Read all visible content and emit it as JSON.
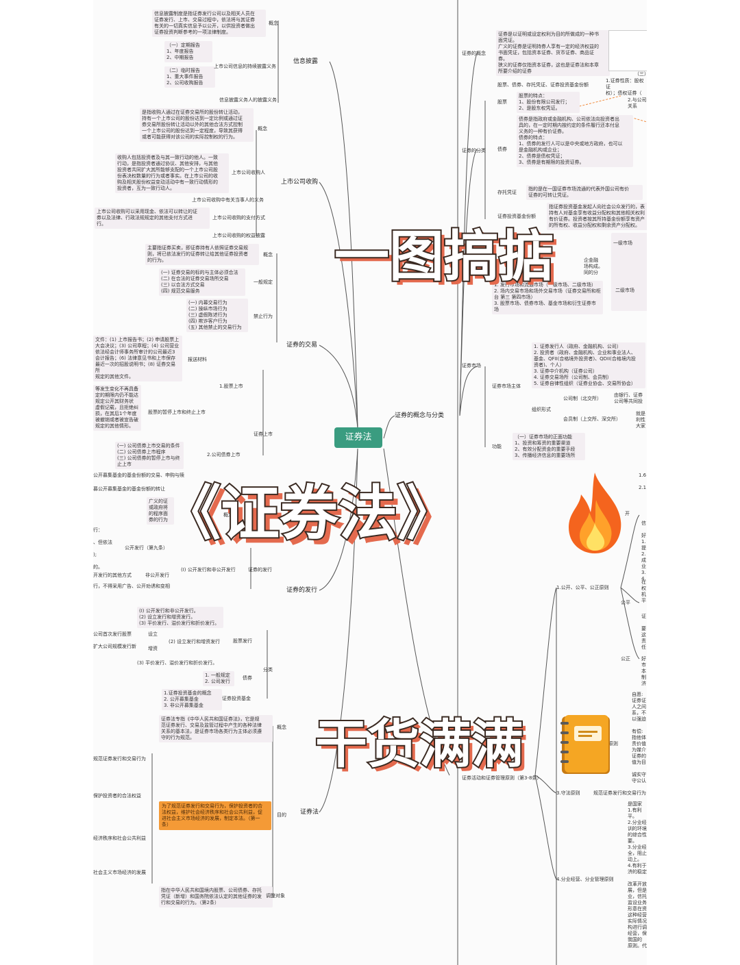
{
  "title_overlay": {
    "line1": "一图搞掂",
    "line2": "《证券法》",
    "line3": "干货满满"
  },
  "root": "证券法",
  "left": {
    "info": {
      "node": "信息披露",
      "concept_label": "概念",
      "concept_text": "信息披露制度是指证券发行公司以及相关人员在\n证券发行、上市、交易过程中，依法将与其证券\n有关的一切真实信息予以公开，以供投资者做出\n证券投资判断参考的一项法律制度。",
      "periodic": "（一）定期报告\n1、年度报告\n2、中期报告",
      "interim": "（二）临时报告\n1、重大事件报告\n2、公司收购报告",
      "continuous_label": "上市公司信息的持续披露义务",
      "obligor_label": "信息披露义务人的披露义务"
    },
    "acq": {
      "node": "上市公司收购",
      "concept_label": "概念",
      "concept_text": "是指收购人通过在证券交易所的股份转让活动，\n持有一个上市公司的股份达到一定比例或通过证\n券交易所股份转让活动以外的其他合法方式控制\n一个上市公司的股份达到一定程度，导致其获得\n或者可能获得对该公司的实际控制权的行为。",
      "acquirer_label": "上市公司收购人",
      "acquirer_text": "收购人包括投资者及与其一致行动的他人。一致\n行动，是指投资者通过协议、其他安排，与其他\n投资者共同扩大其所能够支配的一个上市公司股\n份表决权数量的行为或者事实。在上市公司的收\n购及相关股份权益变动活动中有一致行动情形的\n投资者，互为一致行动人。",
      "related_label": "上市公司收购中有关当事人的义务",
      "payment_label": "上市公司收购的支付方式",
      "payment_text": "上市公司收购可以采用现金、依法可以转让的证\n券以及法律、行政法规规定的其他支付方式进\n行。",
      "disclosure_label": "上市公司收购的权益披露"
    },
    "trade": {
      "node": "证券的交易",
      "concept_label": "概念",
      "concept_text": "主要指证券买卖，即证券持有人依照证券交易规\n则，将已依法发行的证券转让给其他证券投资者\n的行为。",
      "general_label": "一般规定",
      "general_text": "(一) 证券交易的标的与主体必须合法\n(二) 在合法的证券交易场所交易\n(三) 以合法方式交易\n(四) 规范交易服务",
      "banned_label": "禁止行为",
      "banned_text": "(一) 内幕交易行为\n(二) 操纵市场行为\n(三) 虚假陈述行为\n(四) 欺诈客户行为\n(五) 其他禁止的交易行为",
      "listing_label": "证券上市",
      "stock_listing": "1.股票上市",
      "submit_label": "报送材料",
      "submit_text": "文件：(1) 上市报告书；(2) 申请股票上\n大会决议；(3) 公司章程；(4) 公司营业\n依法经会计师事务所审计的公司最近3\n会计报告；(6) 法律意见书和上市保存\n最近一次的招股说明书；(8) 证券交易所\n规定的其他文件。",
      "suspend_label": "股票的暂停上市和终止上市",
      "suspend_text": "等发生变化不再具备\n定的期限内仍不能达\n规定公开其财务状\n虚假记载，且拒绝纠\n损，在其后1个年度\n被撤销或者被宣告破\n规定的其他情形。",
      "bond_listing": "2.公司债券上市",
      "bond_text": "(一) 公司债券上市交易的条件\n(二) 公司债券上市程序\n(三) 公司债券的暂停上市与终止上市",
      "fund1": "公开募集基金的基金份额的交易、申购与赎",
      "fund2": "募公开募集基金的基金份额的转让"
    },
    "issue": {
      "node": "证券的发行",
      "concept_text": "广义的证\n或政府将\n的程序面\n券的行为",
      "concept_tail": "概念",
      "pub_label": "(I) 公开发行和非公开发行",
      "issue_label": "证券的发行",
      "pub9": "公开发行（第九条）",
      "pub9_left": "行：\n\n、但依法\n\n);\n\n的。",
      "nonpub": "非公开发行",
      "nonpub_left": "开发行的其他方式",
      "nonpub_left2": "行，不得采用广告、公开劝诱和变相",
      "class_text": "(I) 公开发行和非公开发行。\n(2) 设立发行和增资发行。\n(3) 平价发行、溢价发行和折价发行。",
      "found_label": "设立",
      "found_left": "公司首次发行股票",
      "increase_label": "增资",
      "increase_left": "扩大公司规模发行新",
      "two_label": "(2) 设立发行和增资发行",
      "three_text": "(3) 平价发行、溢价发行和折价发行。",
      "stock_issue": "股票发行",
      "classify": "分类",
      "bond_issue": "债券",
      "bond_text": "1. 一般规定\n2. 公司发行",
      "fund_issue": "证券投资基金",
      "fund_text": "1.证券投资基金的概念\n2. 公开募集基金\n3. 非公开募集基金"
    },
    "law": {
      "node": "证券法",
      "concept_label": "概念",
      "concept_text": "证券法专指《中华人民共和国证券法》，它是规\n范证券发行、交易及监管过程中产生的各种法律\n关系的基本法，是证券市场各类行为主体必须遵\n守的行为规范。",
      "purpose_label": "目的",
      "purpose_text": "为了规范证券发行和交易行为，保护投资者的合\n法权益，维护社会经济秩序和社会公共利益，促\n进社会主义市场经济的发展，制定本法。（第一\n条）",
      "p1": "规范证券发行和交易行为",
      "p2": "保护投资者的合法权益",
      "p3": "经济秩序和社会公共利益",
      "p4": "社会主义市场经济的发展",
      "scope_label": "调整对象",
      "scope_text": "指在中华人民共和国境内股票、公司债券、存托\n凭证（新增）和国务院依法认定的其他证券的发\n行和交易的行为。（第2条）"
    }
  },
  "right": {
    "concept_class": "证券的概念与分类",
    "concept": {
      "label": "证券的概念",
      "text": "证券是以证明或设定权利为目的所做成的一种书\n面凭证。\n广义的证券是证明持券人享有一定的经济权益的\n书面凭证，包括资本证券、货币证券、商品证\n券。\n狭义的证券仅指资本证券，这也是证券法和本章\n所要介绍的证券"
    },
    "classification": {
      "label": "证券的分类",
      "kinds": "股票、债券、存托凭证、证券投资基金份额",
      "stock_label": "股票",
      "stock_text": "股票的特点：\n1、股份有限公司发行；\n2、是股东权凭证。",
      "bond_label": "债券",
      "bond_text": "债券是指政府或金融机构、公司依法向投资者出\n具的，在一定时期内按约定的条件履行还本付息\n义务的一种有价证券。\n债券的特点：\n1、债券的发行人可以是中央或地方政府，也可以\n是金融机构或企业；\n2、债券是债权凭证；\n3、债券是有期限的投资证券。",
      "dr_label": "存托凭证",
      "dr_text": "指的是在一国证券市场流通的代表外国公司有价\n证券的可转让凭证。",
      "fund_label": "证券投资基金份额",
      "fund_text": "指证券投资基金发起人向社会公众发行的，表\n持有人对基金享有收益分配权和其他相关权利\n有价证券。投资者按其所持基金份额享有资产\n的所有权、收益分配权和剩余资产分配权。",
      "edge1": "1.证券性质：股权证\n权）；债权证券（",
      "edge2": "2.与公司关系",
      "edge3": "（三）"
    },
    "market": {
      "label": "证券市场",
      "frag": "企金融\n场构成。\n同的分",
      "types": "1. 发行市场和流通市场（一级市场、二级市场）\n2. 场内交易市场和场外交易市场（证券交易所和柜\n台 第三 第四市场）\n3. 股票市场、债券市场、基金市场和衍生证券市\n场",
      "mini_primary": "一级市场",
      "mini_secondary": "二级市场",
      "subject_label": "证券市场主体",
      "subject_text": "1. 证券发行人（政府、金融机构、公司）\n2. 投资者（政府、金融机构、企业和事业法人、\n基金、QFII(合格境外投资者)、QDII(合格境内投\n资者)、个人）\n3. 证券中介机构（证券公司）\n4. 证券交易场所（公司制、会员制）\n5. 证券自律性组织（证券业协会、交易所协会）",
      "org_label": "组织形式",
      "company_label": "公司制（北交所）",
      "company_tail": "由银行、证券\n公司等共同投",
      "member_label": "会员制（上交所、深交所）",
      "member_tail": "就是\n利性\n大家",
      "func_label": "功能",
      "func_text": "（一）证券市场的正面功能\n1、投资和筹资的重要渠道\n2、有效分配资金的重要手段\n3、传播经济信息的重要场所"
    },
    "principles": {
      "open_label": "开",
      "fair_label": "公平",
      "just_label": "公正",
      "ppj": "1.公开、公平、公正原则",
      "principle_tail": "原则",
      "mgmt": "证券活动和证券管理原则（第3-8条）",
      "law_abide": "3.守法原则",
      "law_abide_tail": "规范证券发行和交易行为",
      "separate": "4.分业经营、分业管理原则",
      "frag_a": "1.6\n\n2.1",
      "frag_b": "信\n\n好\n1.\n提\n2.\n成\n业\n3.\n4.",
      "frag_c": "在\n权\n机\n平",
      "frag_d": "证\n\n要\n这\n责\n任",
      "frag_e": "好\n市\n本\n制\n济",
      "frag_f": "自愿:\n证券证\n人之间\n系，不\n以强迫\n\n有偿:\n指他体\n责价值\n为媒介\n证券的\n值为目\n\n诚实守\n守公认",
      "frag_g": "是国家\n1.有利\n平。\n2.分业经\n训的环境\n的综合性\n要。\n3.分业经\n全，阻止\n动上。\n4.有利于\n济的稳定\n\n改革开放\n展，但是\n业，信托\n监设业务\n形意在资\n这种经营\n实际情况\n构进行调\n经营，保\n我国的\n原则。代"
    }
  }
}
